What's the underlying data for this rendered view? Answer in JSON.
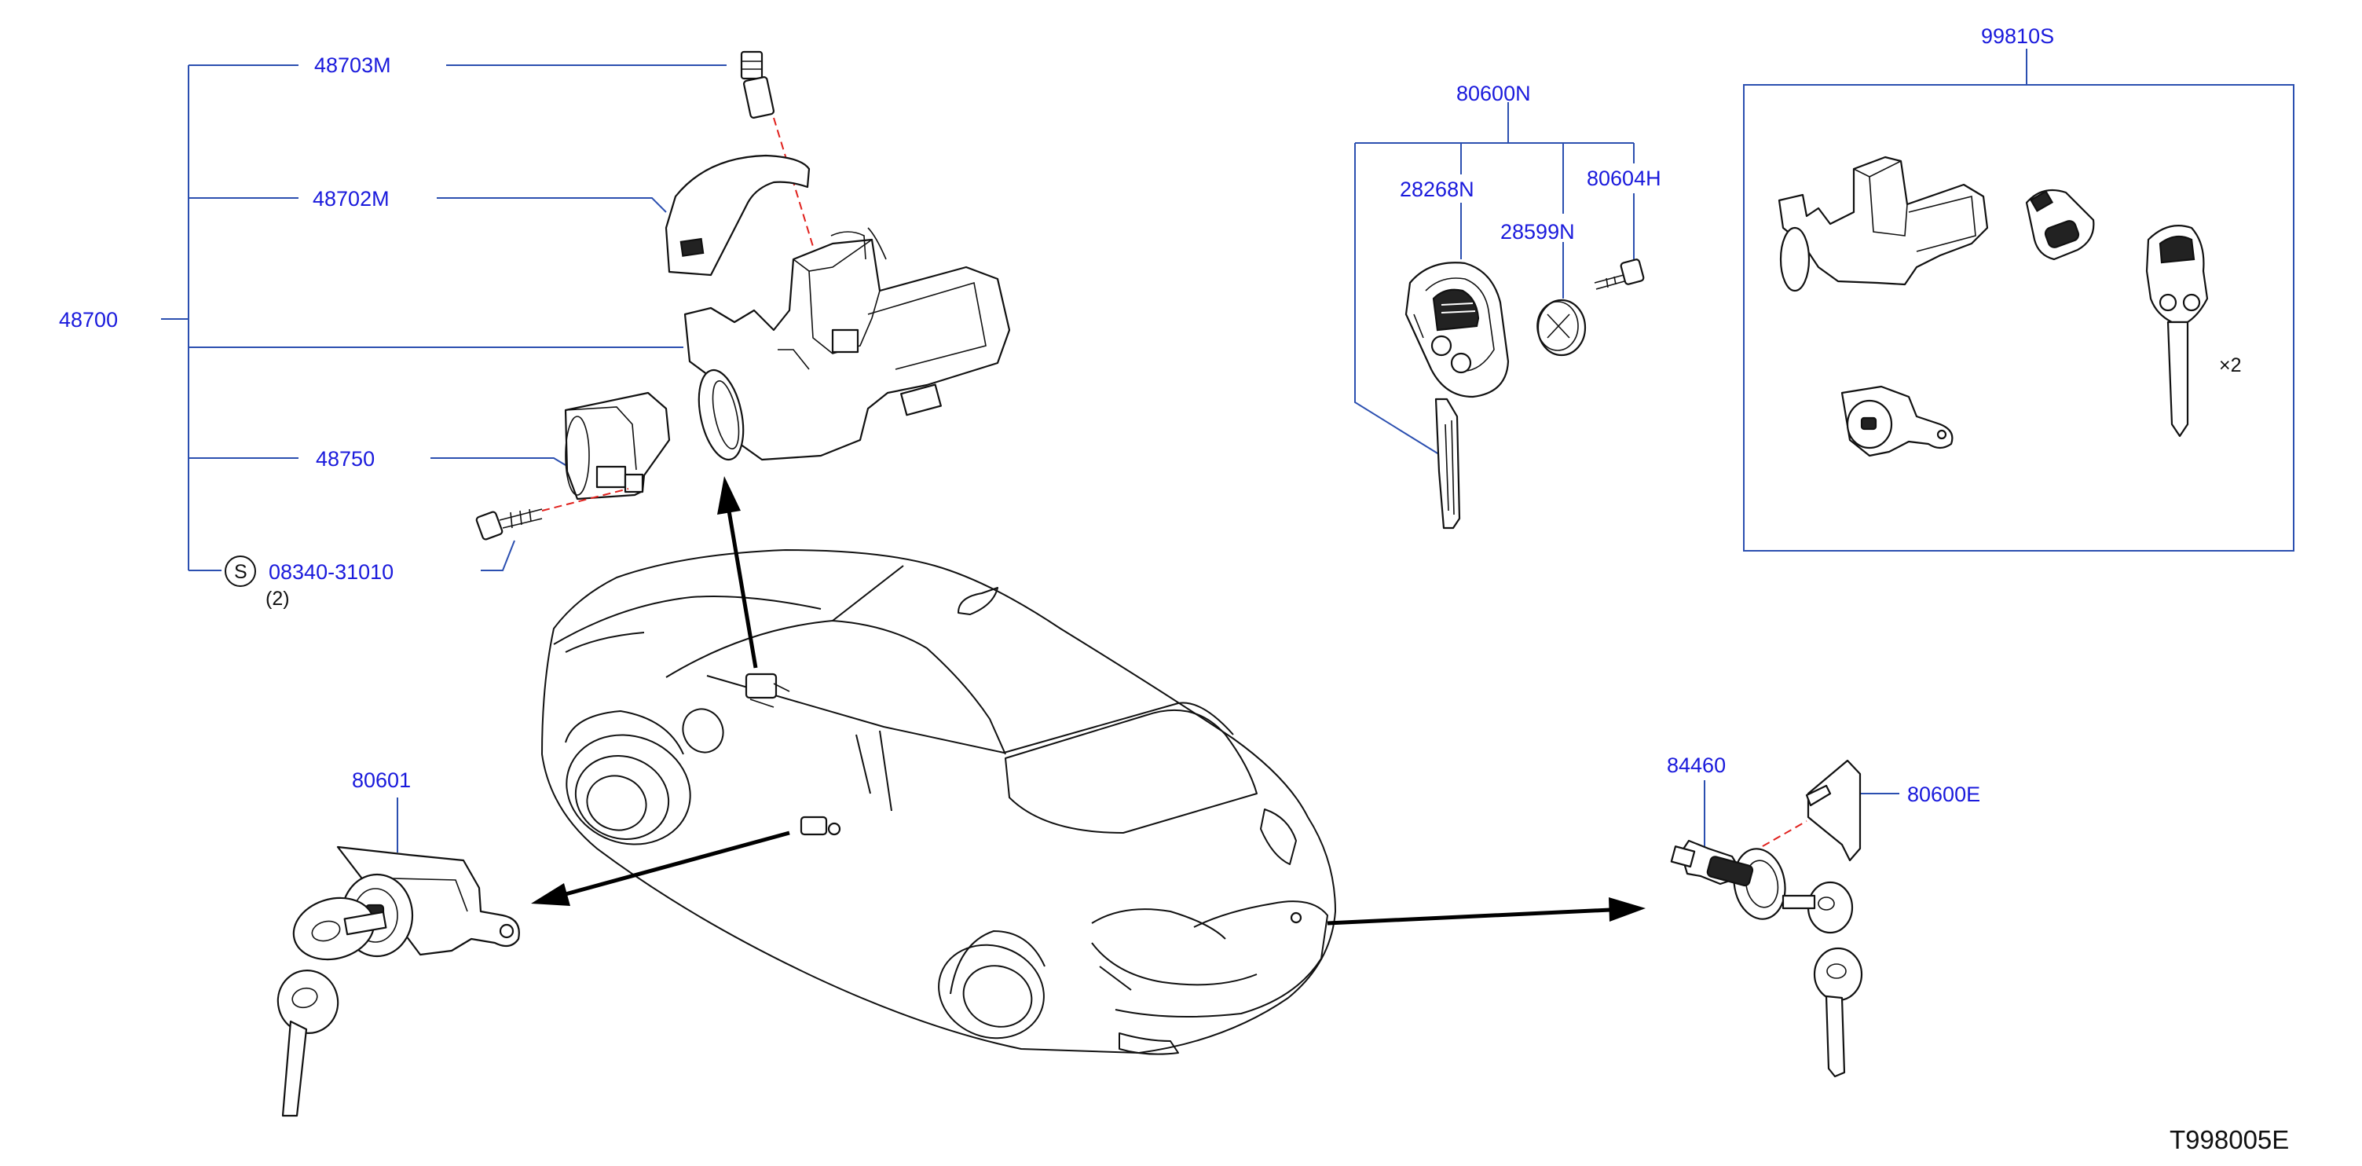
{
  "parts": {
    "p48703M": "48703M",
    "p48702M": "48702M",
    "p48700": "48700",
    "p48750": "48750",
    "p08340": "08340-31010",
    "p08340_qty": "(2)",
    "p08340_symbol": "S",
    "p80601": "80601",
    "p80600N": "80600N",
    "p28268N": "28268N",
    "p28599N": "28599N",
    "p80604H": "80604H",
    "p99810S": "99810S",
    "p99810S_qty": "×2",
    "p84460": "84460",
    "p80600E": "80600E"
  },
  "drawing_code": "T998005E",
  "icons": [
    "ignition-lock-assembly-icon",
    "steering-lock-collar-icon",
    "key-cylinder-icon",
    "remote-key-fob-icon",
    "coin-battery-icon",
    "screw-icon",
    "door-lock-cylinder-icon",
    "trunk-lock-cylinder-icon",
    "sedan-car-icon"
  ]
}
